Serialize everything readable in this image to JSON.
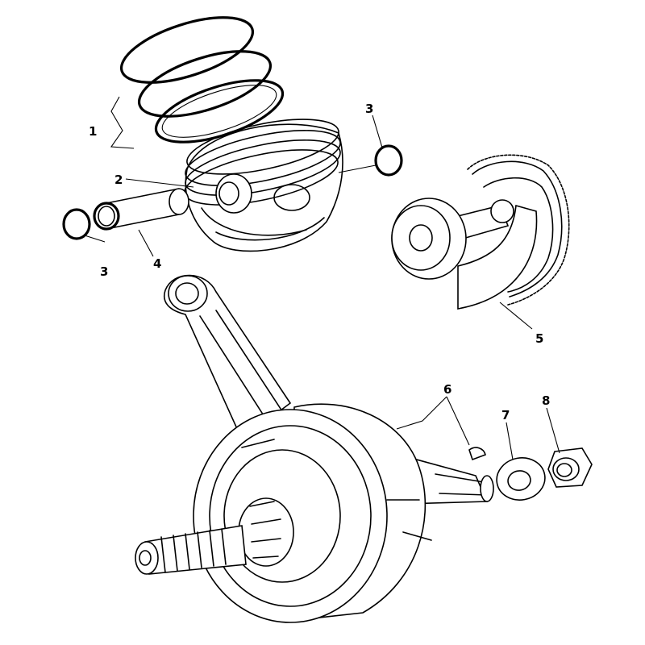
{
  "callouts": [
    {
      "id": "1",
      "label": "1"
    },
    {
      "id": "2",
      "label": "2"
    },
    {
      "id": "3a",
      "label": "3"
    },
    {
      "id": "3b",
      "label": "3"
    },
    {
      "id": "4",
      "label": "4"
    },
    {
      "id": "5",
      "label": "5"
    },
    {
      "id": "6",
      "label": "6"
    },
    {
      "id": "7",
      "label": "7"
    },
    {
      "id": "8",
      "label": "8"
    }
  ],
  "colors": {
    "ink": "#000000",
    "paper": "#ffffff"
  }
}
